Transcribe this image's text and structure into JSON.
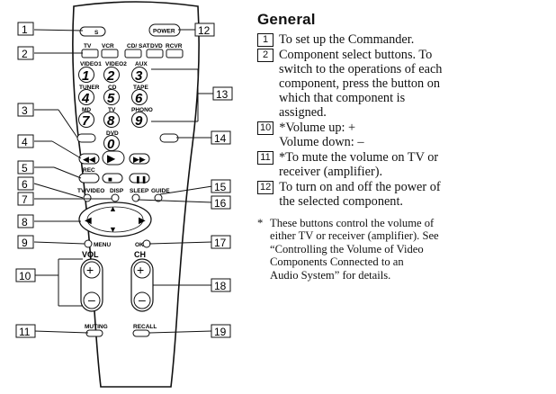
{
  "heading": "General",
  "items": [
    {
      "num": "1",
      "lines": [
        "To set up the Commander."
      ]
    },
    {
      "num": "2",
      "lines": [
        "Component select buttons. To",
        "switch to the operations of each",
        "component, press the button on",
        "which that component is",
        "assigned."
      ]
    },
    {
      "num": "10",
      "lines": [
        "*Volume up: +",
        "Volume down: –"
      ]
    },
    {
      "num": "11",
      "lines": [
        "*To mute the volume on TV or",
        "receiver (amplifier)."
      ]
    },
    {
      "num": "12",
      "lines": [
        "To turn on and off the power of",
        "the selected component."
      ]
    }
  ],
  "footnote": {
    "mark": "*",
    "lines": [
      "These buttons control the volume of",
      "either TV or receiver (amplifier). See",
      "“Controlling the Volume of Video",
      "Components Connected to an",
      "Audio System” for details."
    ]
  },
  "remote": {
    "callouts_left": [
      "1",
      "2",
      "3",
      "4",
      "5",
      "6",
      "7",
      "8",
      "9",
      "10",
      "11"
    ],
    "callouts_right": [
      "12",
      "13",
      "14",
      "15",
      "16",
      "17",
      "18",
      "19"
    ],
    "labels": {
      "s": "S",
      "power": "POWER",
      "tv": "TV",
      "vcr": "VCR",
      "sat": "CD/\nSAT",
      "dvd": "DVD",
      "rcvr": "RCVR",
      "video1": "VIDEO1",
      "video2": "VIDEO2",
      "aux": "AUX",
      "tuner": "TUNER",
      "cd": "CD",
      "tape": "TAPE",
      "md": "MD",
      "tv2": "TV",
      "phono": "PHONO",
      "dvd2": "DVD",
      "rec": "REC",
      "tvvideo": "TV/VIDEO",
      "disp": "DISP",
      "sleep": "SLEEP",
      "guide": "GUIDE",
      "menu": "MENU",
      "ok": "OK",
      "vol": "VOL",
      "ch": "CH",
      "muting": "MUTING",
      "recall": "RECALL"
    },
    "digits": [
      "1",
      "2",
      "3",
      "4",
      "5",
      "6",
      "7",
      "8",
      "9",
      "0"
    ]
  }
}
